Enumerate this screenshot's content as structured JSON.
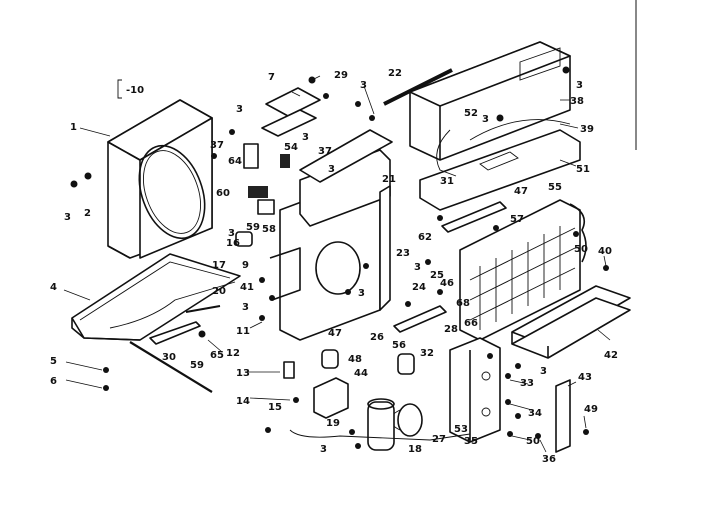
{
  "figure_ref": "-10",
  "callouts": [
    "1",
    "2",
    "3",
    "4",
    "5",
    "6",
    "7",
    "9",
    "11",
    "12",
    "13",
    "14",
    "15",
    "16",
    "17",
    "18",
    "19",
    "20",
    "21",
    "22",
    "23",
    "24",
    "25",
    "26",
    "27",
    "28",
    "29",
    "30",
    "31",
    "32",
    "33",
    "34",
    "35",
    "36",
    "37",
    "38",
    "39",
    "40",
    "41",
    "42",
    "43",
    "44",
    "46",
    "47",
    "48",
    "49",
    "50",
    "51",
    "52",
    "53",
    "54",
    "55",
    "56",
    "57",
    "58",
    "59",
    "60",
    "62",
    "64",
    "65",
    "66",
    "68"
  ]
}
